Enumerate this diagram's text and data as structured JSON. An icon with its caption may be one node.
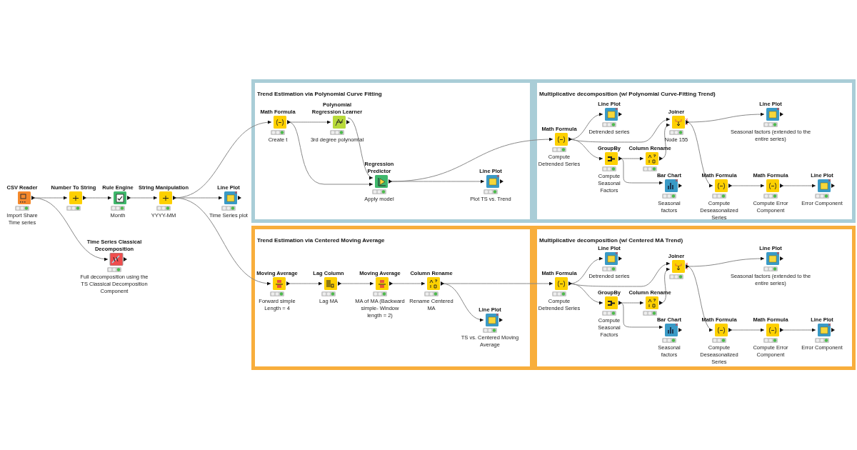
{
  "diagram": {
    "nodes": [
      {
        "text": [
          "CSV Reader",
          "Import Share Time series"
        ]
      },
      {
        "text": [
          "Number To String"
        ]
      },
      {
        "text": [
          "Rule Engine",
          "Month"
        ]
      },
      {
        "text": [
          "String Manipulation",
          "YYYY-MM"
        ]
      },
      {
        "text": [
          "Line Plot",
          "Time Series plot"
        ]
      },
      {
        "text": [
          "Time Series Classical Decomposition",
          "Full decomposition using the TS Classical Decomposition Component"
        ]
      },
      {
        "text": [
          "Trend Estimation via Polynomial Curve Fitting"
        ]
      },
      {
        "text": [
          "Math Formula",
          "Create t"
        ],
        "in": 6
      },
      {
        "text": [
          "Polynomial Regression Learner",
          "3rd degree polynomial"
        ],
        "in": 6
      },
      {
        "text": [
          "Regression Predictor",
          "Apply model"
        ],
        "in": 6
      },
      {
        "text": [
          "Line Plot",
          "Plot TS vs. Trend"
        ],
        "in": 6
      },
      {
        "text": [
          "Multiplicative decomposition (w/ Polynomial Curve-Fitting Trend)"
        ]
      },
      {
        "text": [
          "Math Formula",
          "Compute Detrended Series"
        ],
        "in": 11
      },
      {
        "text": [
          "Line Plot",
          "Detrended series"
        ],
        "in": 11
      },
      {
        "text": [
          "GroupBy",
          "Compute Seasonal Factors"
        ],
        "in": 11
      },
      {
        "text": [
          "Column Rename"
        ],
        "in": 11
      },
      {
        "text": [
          "Joiner",
          "Node 155"
        ],
        "in": 11
      },
      {
        "text": [
          "Line Plot",
          "Seasonal factors (extended to the entire series)"
        ],
        "in": 11
      },
      {
        "text": [
          "Bar Chart",
          "Seasonal factors"
        ],
        "in": 11
      },
      {
        "text": [
          "Math Formula",
          "Compute Deseasonalized Series"
        ],
        "in": 11
      },
      {
        "text": [
          "Math Formula",
          "Compute Error Component"
        ],
        "in": 11
      },
      {
        "text": [
          "Line Plot",
          "Error Component"
        ],
        "in": 11
      },
      {
        "text": [
          "Trend Estimation via Centered Moving Average"
        ]
      },
      {
        "text": [
          "Moving Average",
          "Forward simple Length = 4"
        ],
        "in": 22
      },
      {
        "text": [
          "Lag Column",
          "Lag MA"
        ],
        "in": 22
      },
      {
        "text": [
          "Moving Average",
          "MA of MA (Backward simple- Window length = 2)"
        ],
        "in": 22
      },
      {
        "text": [
          "Column Rename",
          "Rename Centered MA"
        ],
        "in": 22
      },
      {
        "text": [
          "Line Plot",
          "TS vs. Centered Moving Average"
        ],
        "in": 22
      },
      {
        "text": [
          "Multiplicative decomposition (w/ Centered MA Trend)"
        ]
      },
      {
        "text": [
          "Math Formula",
          "Compute Detrended Series"
        ],
        "in": 28
      },
      {
        "text": [
          "Line Plot",
          "Detrended series"
        ],
        "in": 28
      },
      {
        "text": [
          "GroupBy",
          "Compute Seasonal Factors"
        ],
        "in": 28
      },
      {
        "text": [
          "Column Rename"
        ],
        "in": 28
      },
      {
        "text": [
          "Joiner"
        ],
        "in": 28
      },
      {
        "text": [
          "Line Plot",
          "Seasonal factors (extended to the entire series)"
        ],
        "in": 28
      },
      {
        "text": [
          "Bar Chart",
          "Seasonal factors"
        ],
        "in": 28
      },
      {
        "text": [
          "Math Formula",
          "Compute Deseasonalized Series"
        ],
        "in": 28
      },
      {
        "text": [
          "Math Formula",
          "Compute Error Component"
        ],
        "in": 28
      },
      {
        "text": [
          "Line Plot",
          "Error Component"
        ],
        "in": 28
      }
    ],
    "edges": [
      {
        "from": 0,
        "to": 1,
        "arrow": "to"
      },
      {
        "from": 0,
        "to": 5,
        "arrow": "to"
      },
      {
        "from": 1,
        "to": 2,
        "arrow": "to"
      },
      {
        "from": 2,
        "to": 3,
        "arrow": "to"
      },
      {
        "from": 3,
        "to": 4,
        "arrow": "to"
      },
      {
        "from": 3,
        "to": 7,
        "arrow": "to"
      },
      {
        "from": 3,
        "to": 23,
        "arrow": "to"
      },
      {
        "from": 7,
        "to": 8,
        "arrow": "to"
      },
      {
        "from": 7,
        "to": 9,
        "arrow": "to"
      },
      {
        "from": 8,
        "to": 9,
        "arrow": "to"
      },
      {
        "from": 9,
        "to": 10,
        "arrow": "to"
      },
      {
        "from": 9,
        "to": 12,
        "arrow": "to"
      },
      {
        "from": 12,
        "to": 13,
        "arrow": "to"
      },
      {
        "from": 12,
        "to": 16,
        "arrow": "to"
      },
      {
        "from": 12,
        "to": 14,
        "arrow": "to"
      },
      {
        "from": 14,
        "to": 15,
        "arrow": "to"
      },
      {
        "from": 14,
        "to": 18,
        "arrow": "to"
      },
      {
        "from": 15,
        "to": 16,
        "arrow": "to"
      },
      {
        "from": 16,
        "to": 17,
        "arrow": "to"
      },
      {
        "from": 16,
        "to": 19,
        "arrow": "to"
      },
      {
        "from": 19,
        "to": 20,
        "arrow": "to"
      },
      {
        "from": 20,
        "to": 21,
        "arrow": "to"
      },
      {
        "from": 23,
        "to": 24,
        "arrow": "to"
      },
      {
        "from": 24,
        "to": 25,
        "arrow": "to"
      },
      {
        "from": 25,
        "to": 26,
        "arrow": "to"
      },
      {
        "from": 26,
        "to": 27,
        "arrow": "to"
      },
      {
        "from": 26,
        "to": 29,
        "arrow": "to"
      },
      {
        "from": 29,
        "to": 30,
        "arrow": "to"
      },
      {
        "from": 29,
        "to": 33,
        "arrow": "to"
      },
      {
        "from": 29,
        "to": 31,
        "arrow": "to"
      },
      {
        "from": 31,
        "to": 32,
        "arrow": "to"
      },
      {
        "from": 31,
        "to": 35,
        "arrow": "to"
      },
      {
        "from": 32,
        "to": 33,
        "arrow": "to"
      },
      {
        "from": 33,
        "to": 34,
        "arrow": "to"
      },
      {
        "from": 33,
        "to": 36,
        "arrow": "to"
      },
      {
        "from": 36,
        "to": 37,
        "arrow": "to"
      },
      {
        "from": 37,
        "to": 38,
        "arrow": "to"
      }
    ]
  }
}
